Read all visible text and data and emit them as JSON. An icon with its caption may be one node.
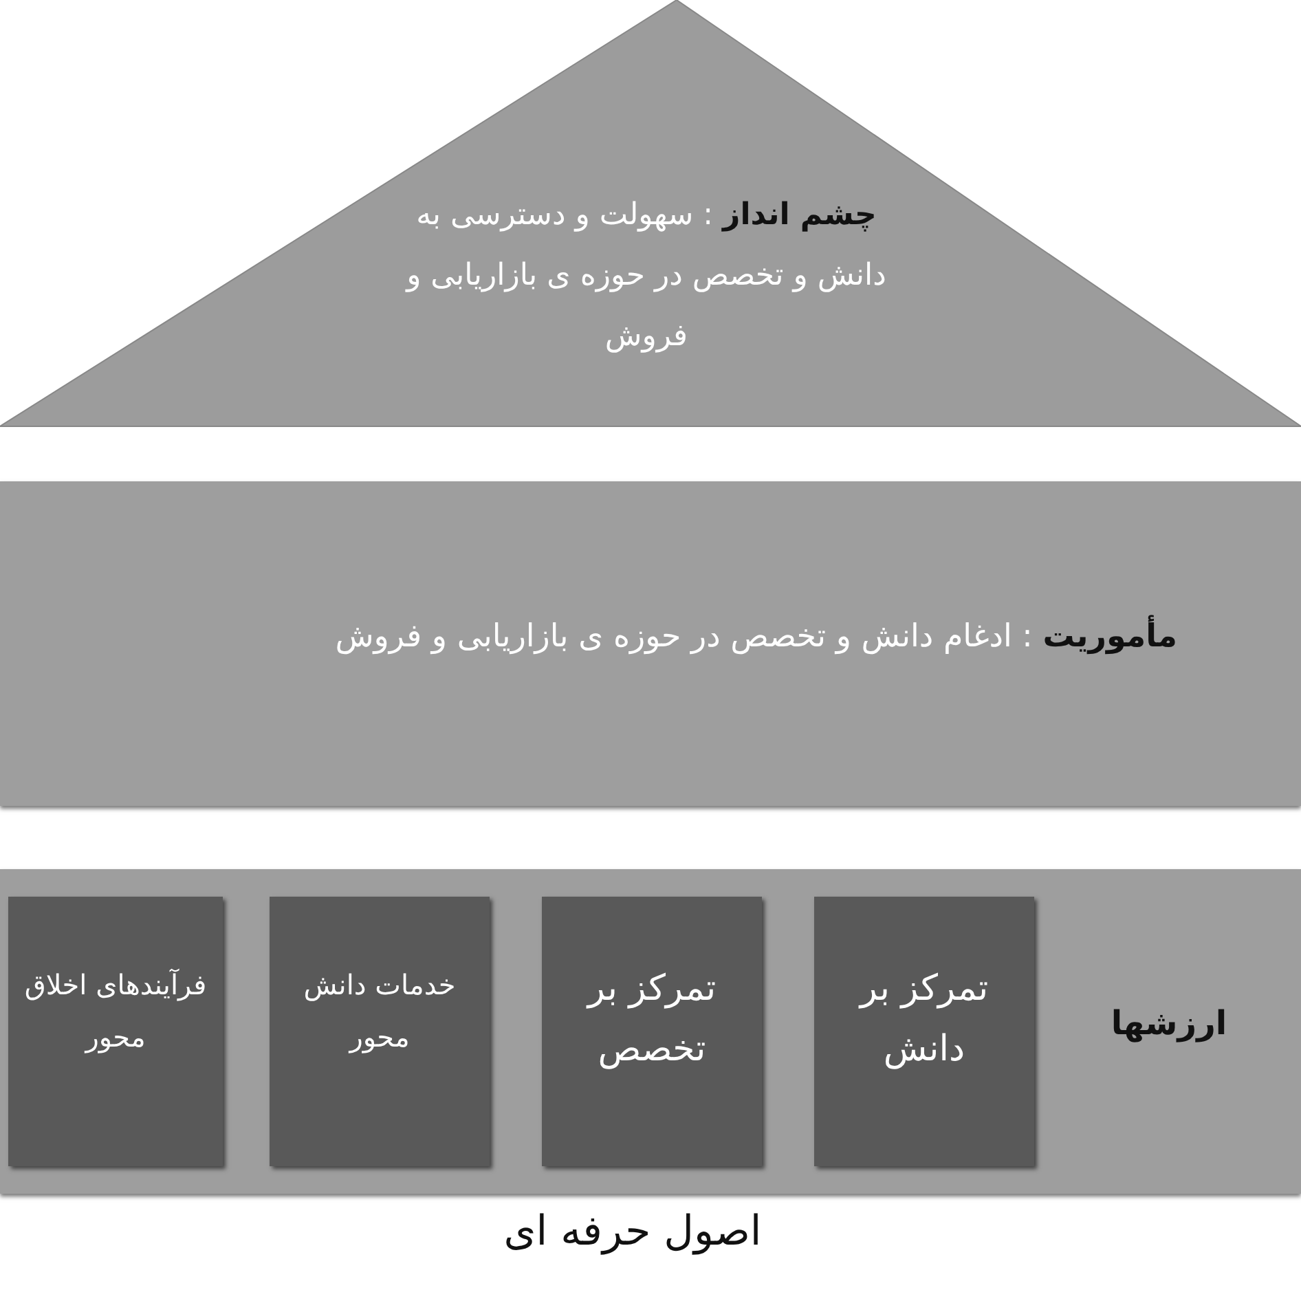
{
  "diagram": {
    "nodes": [
      {
        "text": [
          "**چشم انداز** : سهولت و دسترسی به دانش و تخصص در حوزه ی بازاریابی و فروش"
        ]
      },
      {
        "text": [
          "**مأموریت** : ادغام دانش و تخصص در حوزه ی بازاریابی و فروش"
        ]
      },
      {
        "text": [
          "ارزشها"
        ]
      },
      {
        "text": [
          "تمرکز بر دانش"
        ],
        "in": 2
      },
      {
        "text": [
          "تمرکز بر تخصص"
        ],
        "in": 2
      },
      {
        "text": [
          "خدمات دانش محور"
        ],
        "in": 2
      },
      {
        "text": [
          "فرآیندهای اخلاق محور"
        ],
        "in": 2
      }
    ],
    "labels": [
      "اصول حرفه ای"
    ]
  }
}
